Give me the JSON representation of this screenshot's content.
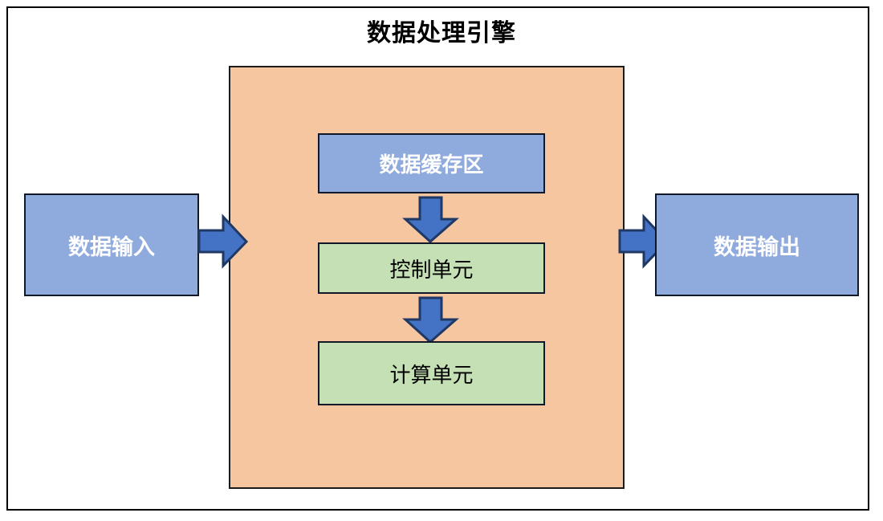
{
  "diagram": {
    "title": "数据处理引擎",
    "colors": {
      "panel_fill": "#F5C6A0",
      "blue_fill": "#8FAADC",
      "green_fill": "#C5E0B4",
      "arrow_fill": "#4472C4",
      "border": "#111827",
      "frame": "#000000",
      "blue_text": "#FFFFFF",
      "green_text": "#000000"
    },
    "container": {
      "name": "数据处理引擎"
    },
    "nodes": [
      {
        "id": "input",
        "label": "数据输入",
        "style": "blue"
      },
      {
        "id": "cache",
        "label": "数据缓存区",
        "style": "blue"
      },
      {
        "id": "control",
        "label": "控制单元",
        "style": "green"
      },
      {
        "id": "compute",
        "label": "计算单元",
        "style": "green"
      },
      {
        "id": "output",
        "label": "数据输出",
        "style": "blue"
      }
    ],
    "arrows": [
      {
        "id": "arrow-input-to-engine",
        "direction": "right",
        "from": "数据输入",
        "to": "数据处理引擎"
      },
      {
        "id": "arrow-cache-to-control",
        "direction": "down",
        "from": "数据缓存区",
        "to": "控制单元"
      },
      {
        "id": "arrow-control-to-compute",
        "direction": "down",
        "from": "控制单元",
        "to": "计算单元"
      },
      {
        "id": "arrow-engine-to-output",
        "direction": "right",
        "from": "数据处理引擎",
        "to": "数据输出"
      }
    ]
  }
}
